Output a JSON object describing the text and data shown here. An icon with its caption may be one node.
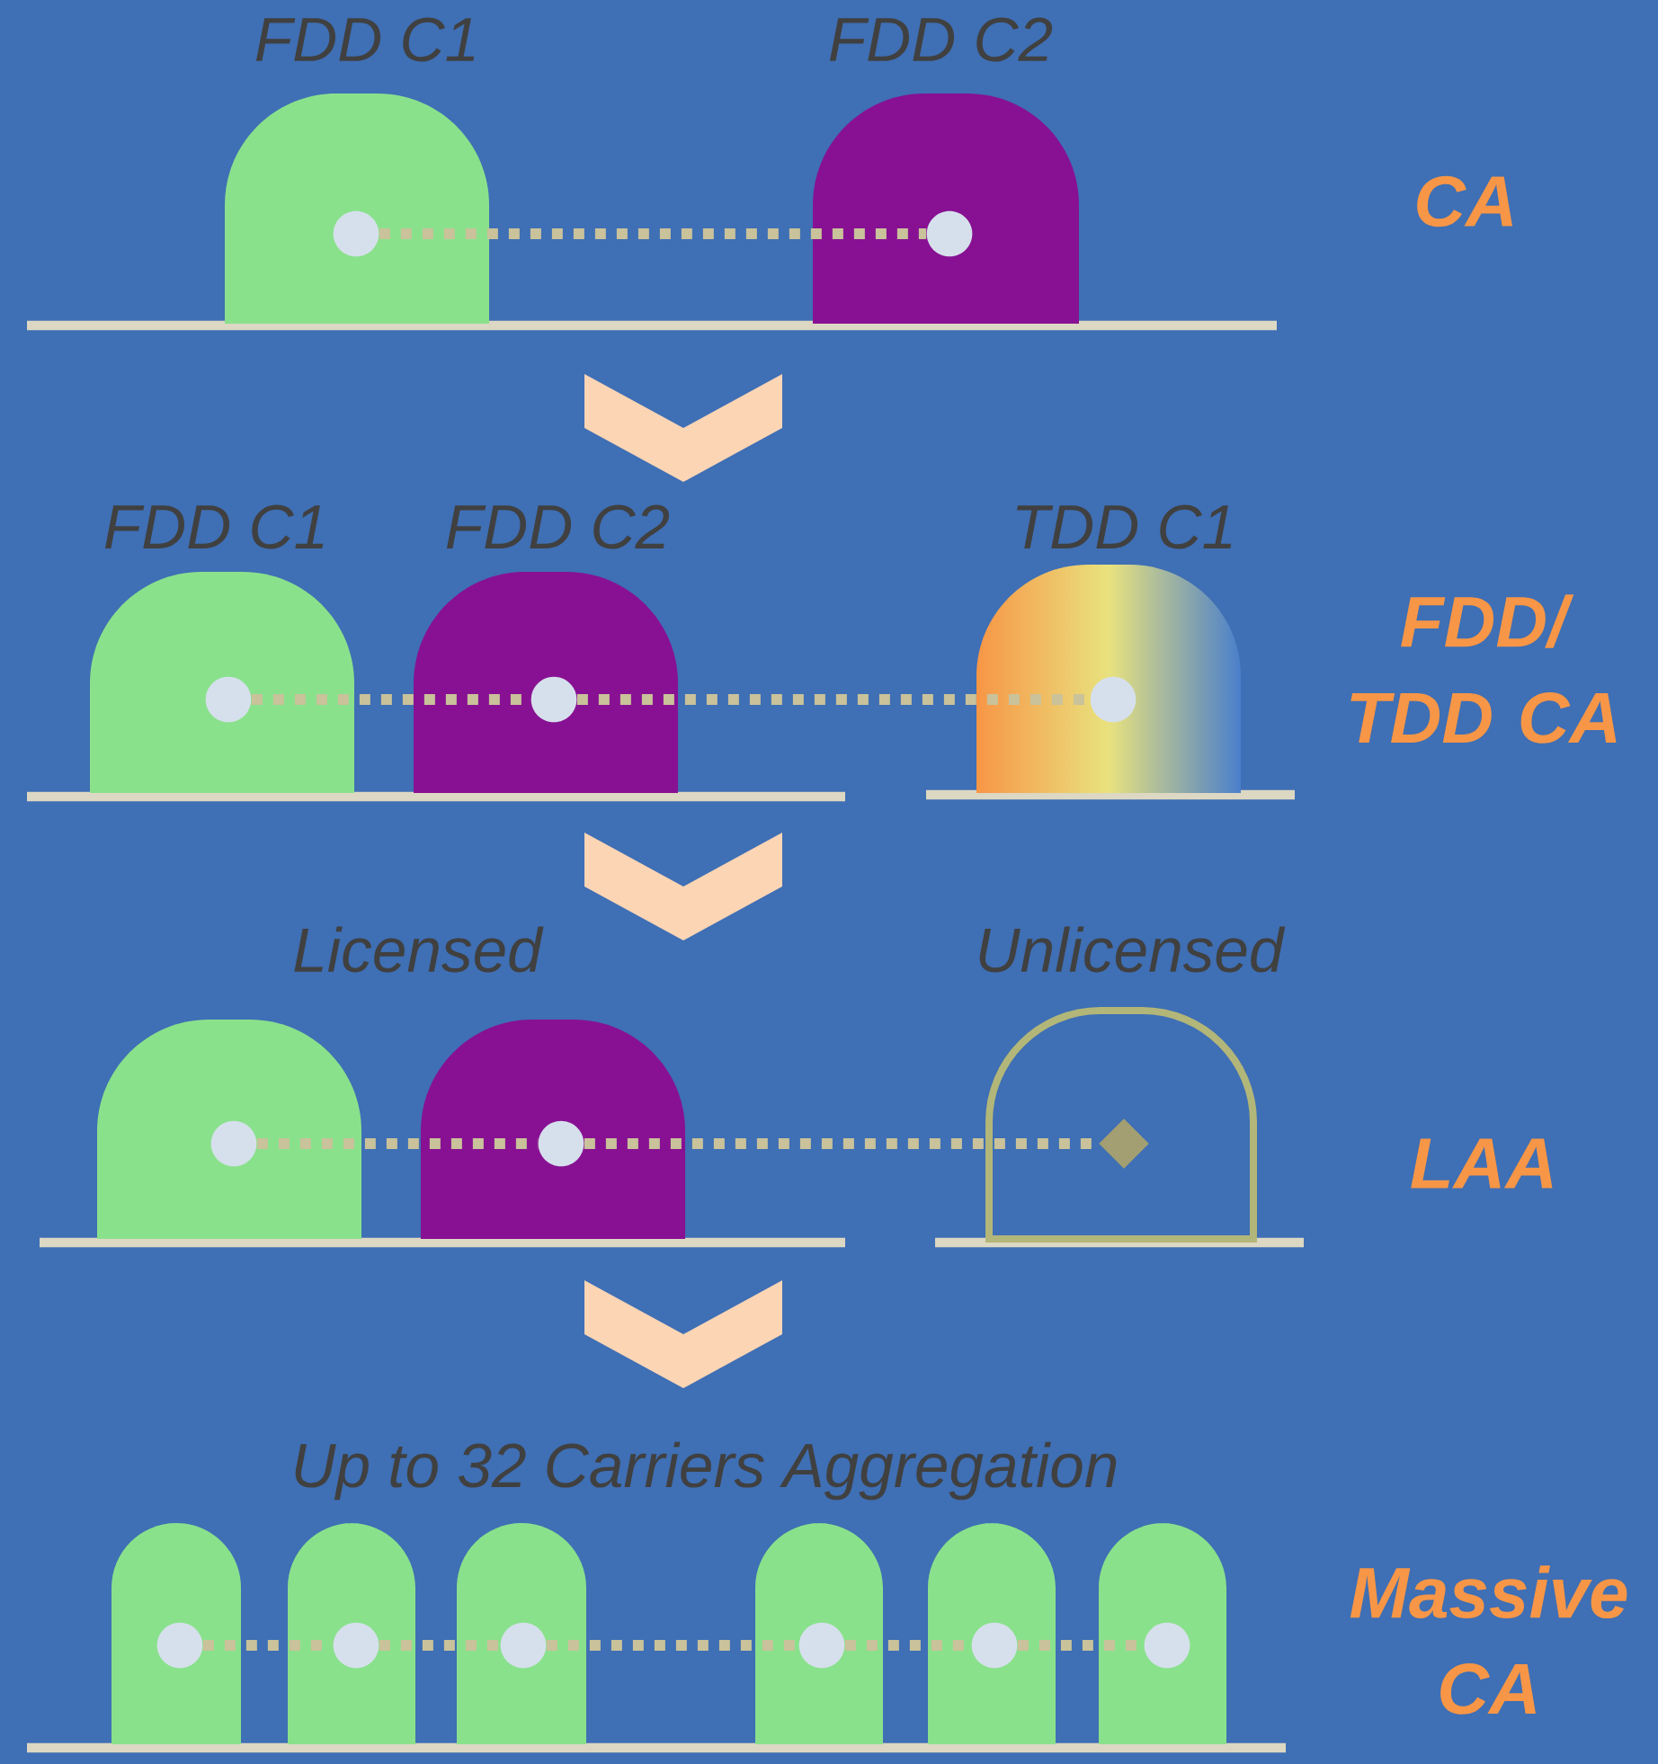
{
  "diagram": {
    "nodes": [
      {
        "text": [
          "FDD C1"
        ]
      },
      {
        "text": [
          "FDD C2"
        ]
      },
      {
        "text": [
          "FDD C1"
        ]
      },
      {
        "text": [
          "FDD C2"
        ]
      },
      {
        "text": [
          "TDD C1"
        ]
      },
      {
        "text": [],
        "shape": "arch"
      },
      {
        "text": [],
        "shape": "arch"
      },
      {
        "text": [
          "Unlicensed"
        ]
      },
      {
        "text": [],
        "shape": "arch"
      },
      {
        "text": [],
        "shape": "arch"
      },
      {
        "text": [],
        "shape": "arch"
      },
      {
        "text": [],
        "shape": "arch"
      },
      {
        "text": [],
        "shape": "arch"
      },
      {
        "text": [],
        "shape": "arch"
      }
    ],
    "edges": [
      {
        "from": 0,
        "to": 1,
        "arrow": "none"
      },
      {
        "from": 2,
        "to": 3,
        "arrow": "none"
      },
      {
        "from": 3,
        "to": 4,
        "arrow": "none"
      },
      {
        "from": 5,
        "to": 6,
        "arrow": "none"
      },
      {
        "from": 6,
        "to": 7,
        "arrow": "none"
      },
      {
        "from": 8,
        "to": 9,
        "arrow": "none"
      },
      {
        "from": 9,
        "to": 10,
        "arrow": "none"
      },
      {
        "from": 10,
        "to": 11,
        "arrow": "none"
      },
      {
        "from": 11,
        "to": 12,
        "arrow": "none"
      },
      {
        "from": 12,
        "to": 13,
        "arrow": "none"
      }
    ],
    "labels": [
      "CA",
      "FDD/ TDD CA",
      "Licensed",
      "LAA",
      "Up to 32 Carriers Aggregation",
      "Massive CA"
    ]
  }
}
